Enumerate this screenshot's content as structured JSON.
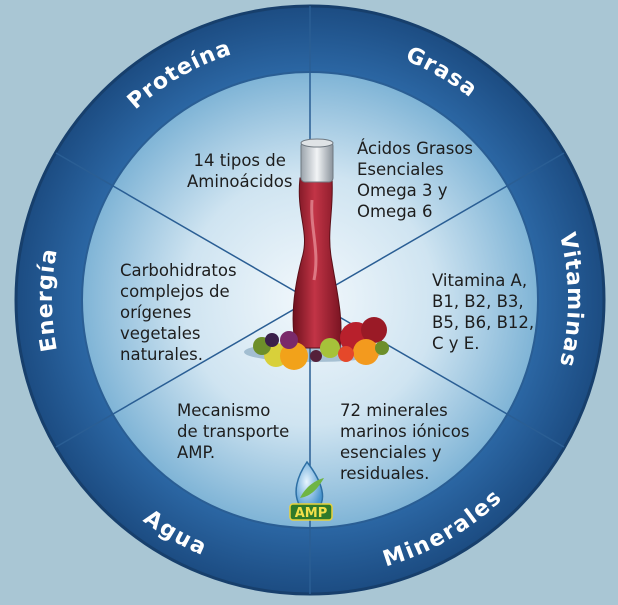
{
  "ring_labels": {
    "proteina": "Proteína",
    "grasa": "Grasa",
    "vitaminas": "Vitaminas",
    "minerales": "Minerales",
    "agua": "Agua",
    "energia": "Energía"
  },
  "segments": {
    "proteina": [
      "14 tipos de",
      "Aminoácidos"
    ],
    "grasa": [
      "Ácidos Grasos",
      "Esenciales",
      "Omega 3 y",
      "Omega 6"
    ],
    "vitaminas": [
      "Vitamina A,",
      "B1, B2, B3,",
      "B5, B6, B12,",
      "C y E."
    ],
    "minerales": [
      "72 minerales",
      "marinos iónicos",
      "esenciales y",
      "residuales."
    ],
    "agua": [
      "Mecanismo",
      "de transporte",
      "AMP."
    ],
    "energia": [
      "Carbohidratos",
      "complejos de",
      "orígenes",
      "vegetales",
      "naturales."
    ]
  },
  "logo_text": "AMP",
  "colors": {
    "background": "#a9c6d4",
    "ring": "#21548d",
    "inner_light": "#e8f3fa",
    "inner_dark": "#7fb4d6",
    "bottle": "#9c2030"
  }
}
